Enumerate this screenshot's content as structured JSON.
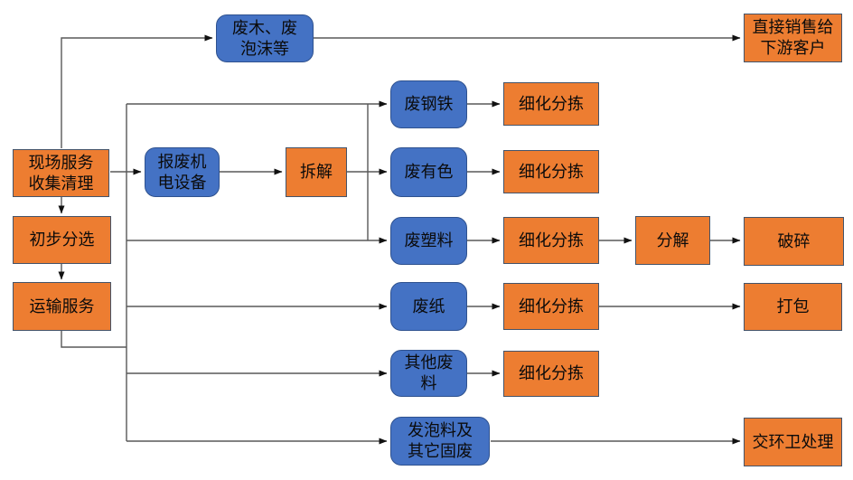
{
  "diagram": {
    "type": "flowchart",
    "background_color": "#ffffff",
    "colors": {
      "category_fill": "#4472C4",
      "category_border": "#2F528F",
      "process_fill": "#ED7D31",
      "process_border": "#44546A",
      "connector_line": "#595959",
      "arrowhead": "#111111",
      "text": "#0b0b0b"
    },
    "nodes": {
      "source": {
        "label": "现场服务\n收集清理",
        "shape": "rectangle-orange"
      },
      "initial_sorting": {
        "label": "初步分选",
        "shape": "rectangle-orange"
      },
      "transport": {
        "label": "运输服务",
        "shape": "rectangle-orange"
      },
      "wood_foam": {
        "label": "废木、废\n泡沫等",
        "shape": "rounded-blue"
      },
      "direct_sale": {
        "label": "直接销售给\n下游客户",
        "shape": "rectangle-orange"
      },
      "scrap_equipment": {
        "label": "报废机\n电设备",
        "shape": "rounded-blue"
      },
      "dismantle": {
        "label": "拆解",
        "shape": "rectangle-orange"
      },
      "waste_steel": {
        "label": "废钢铁",
        "shape": "rounded-blue"
      },
      "waste_nonferrous": {
        "label": "废有色",
        "shape": "rounded-blue"
      },
      "waste_plastic": {
        "label": "废塑料",
        "shape": "rounded-blue"
      },
      "waste_paper": {
        "label": "废纸",
        "shape": "rounded-blue"
      },
      "other_waste": {
        "label": "其他废\n料",
        "shape": "rounded-blue"
      },
      "foam_solid_waste": {
        "label": "发泡料及\n其它固废",
        "shape": "rounded-blue"
      },
      "refine_steel": {
        "label": "细化分拣",
        "shape": "rectangle-orange"
      },
      "refine_nonferrous": {
        "label": "细化分拣",
        "shape": "rectangle-orange"
      },
      "refine_plastic": {
        "label": "细化分拣",
        "shape": "rectangle-orange"
      },
      "refine_paper": {
        "label": "细化分拣",
        "shape": "rectangle-orange"
      },
      "refine_other": {
        "label": "细化分拣",
        "shape": "rectangle-orange"
      },
      "decompose": {
        "label": "分解",
        "shape": "rectangle-orange"
      },
      "crush": {
        "label": "破碎",
        "shape": "rectangle-orange"
      },
      "pack": {
        "label": "打包",
        "shape": "rectangle-orange"
      },
      "sanitation": {
        "label": "交环卫处理",
        "shape": "rectangle-orange"
      }
    },
    "edges": [
      {
        "from": "source",
        "to": "wood_foam"
      },
      {
        "from": "wood_foam",
        "to": "direct_sale"
      },
      {
        "from": "source",
        "to": "initial_sorting"
      },
      {
        "from": "initial_sorting",
        "to": "transport"
      },
      {
        "from": "source",
        "to": "scrap_equipment"
      },
      {
        "from": "scrap_equipment",
        "to": "dismantle"
      },
      {
        "from": "dismantle",
        "to": "waste_steel"
      },
      {
        "from": "dismantle",
        "to": "waste_nonferrous"
      },
      {
        "from": "dismantle",
        "to": "waste_plastic"
      },
      {
        "from": "transport",
        "to": "waste_steel"
      },
      {
        "from": "transport",
        "to": "waste_plastic"
      },
      {
        "from": "transport",
        "to": "waste_paper"
      },
      {
        "from": "transport",
        "to": "other_waste"
      },
      {
        "from": "transport",
        "to": "foam_solid_waste"
      },
      {
        "from": "waste_steel",
        "to": "refine_steel"
      },
      {
        "from": "waste_nonferrous",
        "to": "refine_nonferrous"
      },
      {
        "from": "waste_plastic",
        "to": "refine_plastic"
      },
      {
        "from": "refine_plastic",
        "to": "decompose"
      },
      {
        "from": "decompose",
        "to": "crush"
      },
      {
        "from": "waste_paper",
        "to": "refine_paper"
      },
      {
        "from": "refine_paper",
        "to": "pack"
      },
      {
        "from": "other_waste",
        "to": "refine_other"
      },
      {
        "from": "foam_solid_waste",
        "to": "sanitation"
      }
    ]
  }
}
